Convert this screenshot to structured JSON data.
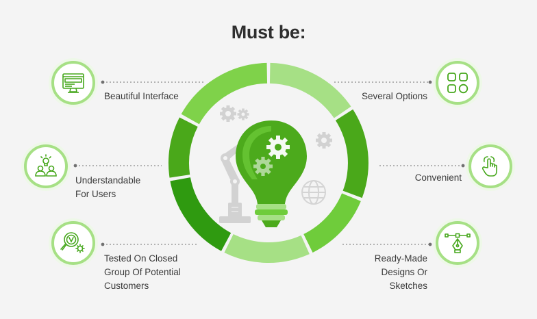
{
  "title": "Must be:",
  "features": {
    "left": [
      {
        "lines": [
          "Beautiful Interface"
        ],
        "icon": "monitor-icon"
      },
      {
        "lines": [
          "Understandable",
          "For Users"
        ],
        "icon": "users-icon"
      },
      {
        "lines": [
          "Tested On Closed",
          "Group Of Potential",
          "Customers"
        ],
        "icon": "magnifier-gear-icon"
      }
    ],
    "right": [
      {
        "lines": [
          "Several Options"
        ],
        "icon": "grid-options-icon"
      },
      {
        "lines": [
          "Convenient"
        ],
        "icon": "pointer-hand-icon"
      },
      {
        "lines": [
          "Ready-Made",
          "Designs Or",
          "Sketches"
        ],
        "icon": "pen-tool-icon"
      }
    ]
  },
  "colors": {
    "ring_light": "#a6e085",
    "ring_mid": "#72cf3e",
    "ring_dark": "#3e9c10",
    "bulb": "#4caa1c",
    "badge_border": "#a6e085",
    "icon_stroke": "#46a71c",
    "gray": "#d2d2d2"
  }
}
